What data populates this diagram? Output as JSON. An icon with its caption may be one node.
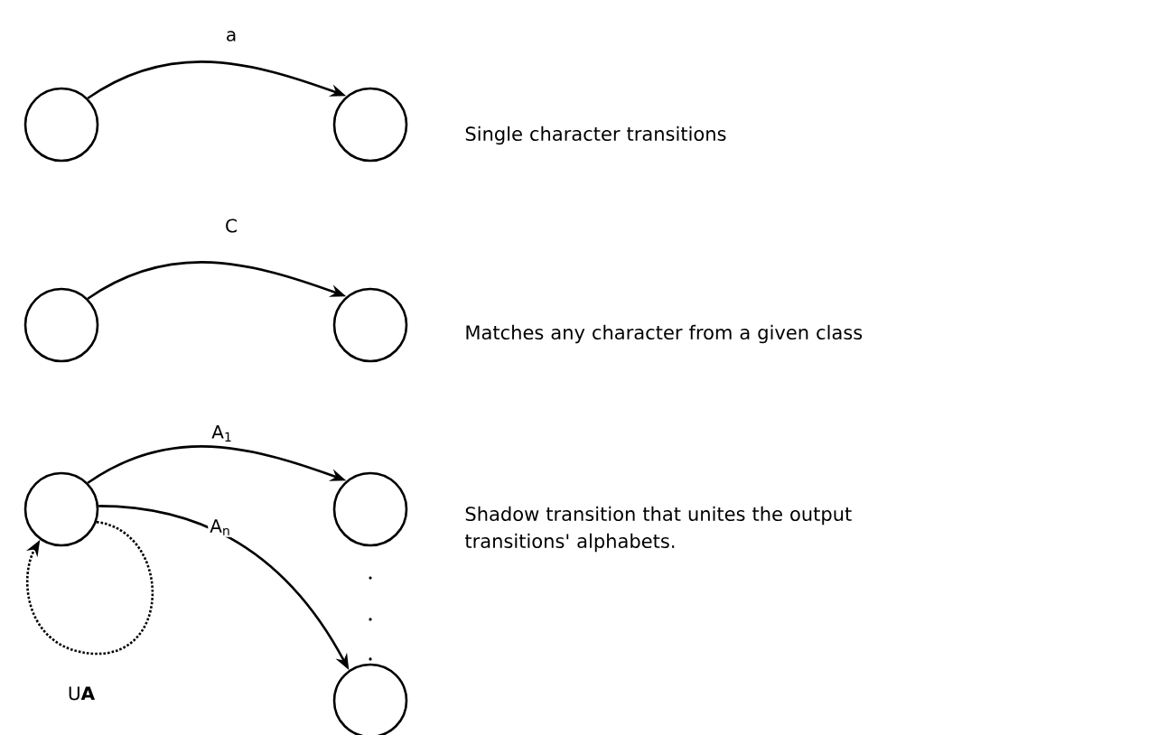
{
  "diagram": {
    "nodes": [
      {
        "text": [],
        "shape": "circle"
      },
      {
        "text": [],
        "shape": "circle"
      },
      {
        "text": [],
        "shape": "circle"
      },
      {
        "text": [],
        "shape": "circle"
      },
      {
        "text": [],
        "shape": "circle"
      },
      {
        "text": [],
        "shape": "circle"
      },
      {
        "text": [],
        "shape": "circle"
      }
    ],
    "edges": [
      {
        "from": 0,
        "to": 1,
        "arrow": "to",
        "label": "a"
      },
      {
        "from": 2,
        "to": 3,
        "arrow": "to",
        "label": "C"
      },
      {
        "from": 4,
        "to": 5,
        "arrow": "to",
        "label": "A$_{1}$"
      },
      {
        "from": 4,
        "to": 6,
        "arrow": "to",
        "label": "A$_{n}$"
      },
      {
        "from": 4,
        "to": 4,
        "arrow": "to",
        "label": "U**A**",
        "style": "dashed"
      }
    ],
    "labels": [
      "Single character transitions",
      "Matches any character from a given class",
      "Shadow transition that unites the output transitions' alphabets."
    ]
  }
}
